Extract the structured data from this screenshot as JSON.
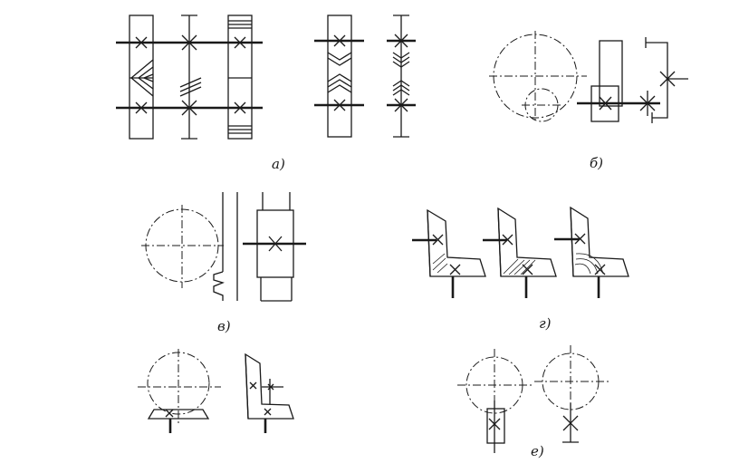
{
  "diagrams": [
    {
      "id": "a",
      "label": "а)"
    },
    {
      "id": "b",
      "label": "б)"
    },
    {
      "id": "v",
      "label": "в)"
    },
    {
      "id": "g",
      "label": "г)"
    },
    {
      "id": "d",
      "label": ""
    },
    {
      "id": "e",
      "label": "е)"
    }
  ]
}
